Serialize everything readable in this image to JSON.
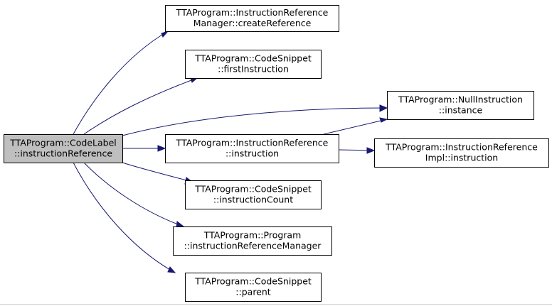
{
  "graph": {
    "colors": {
      "edge": "#191970",
      "root_fill": "#bfbfbf",
      "node_fill": "#ffffff",
      "node_border": "#000000"
    },
    "nodes": [
      {
        "id": "root",
        "lines": [
          "TTAProgram::CodeLabel",
          "::instructionReference"
        ],
        "root": true
      },
      {
        "id": "create_ref",
        "lines": [
          "TTAProgram::InstructionReference",
          "Manager::createReference"
        ]
      },
      {
        "id": "first_instr",
        "lines": [
          "TTAProgram::CodeSnippet",
          "::firstInstruction"
        ]
      },
      {
        "id": "null_instance",
        "lines": [
          "TTAProgram::NullInstruction",
          "::instance"
        ]
      },
      {
        "id": "ref_instruction",
        "lines": [
          "TTAProgram::InstructionReference",
          "::instruction"
        ]
      },
      {
        "id": "impl_instruction",
        "lines": [
          "TTAProgram::InstructionReference",
          "Impl::instruction"
        ]
      },
      {
        "id": "instr_count",
        "lines": [
          "TTAProgram::CodeSnippet",
          "::instructionCount"
        ]
      },
      {
        "id": "ref_manager",
        "lines": [
          "TTAProgram::Program",
          "::instructionReferenceManager"
        ]
      },
      {
        "id": "parent",
        "lines": [
          "TTAProgram::CodeSnippet",
          "::parent"
        ]
      }
    ],
    "edges": [
      {
        "from": "root",
        "to": "create_ref"
      },
      {
        "from": "root",
        "to": "first_instr"
      },
      {
        "from": "root",
        "to": "null_instance"
      },
      {
        "from": "root",
        "to": "ref_instruction"
      },
      {
        "from": "root",
        "to": "instr_count"
      },
      {
        "from": "root",
        "to": "ref_manager"
      },
      {
        "from": "root",
        "to": "parent"
      },
      {
        "from": "ref_instruction",
        "to": "null_instance"
      },
      {
        "from": "ref_instruction",
        "to": "impl_instruction"
      }
    ]
  }
}
